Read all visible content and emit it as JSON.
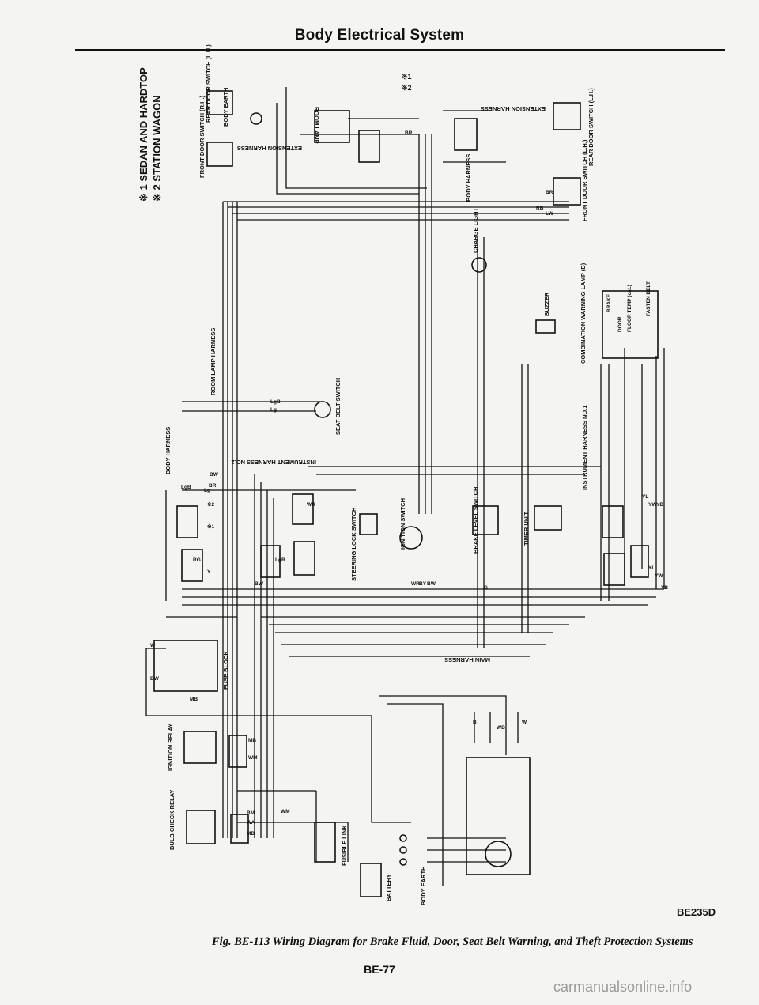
{
  "page": {
    "header": "Body Electrical System",
    "figure_code": "BE235D",
    "caption": "Fig. BE-113 Wiring Diagram for Brake Fluid, Door, Seat Belt Warning, and Theft Protection Systems",
    "page_number": "BE-77",
    "watermark": "carmanualsonline.info"
  },
  "legend": {
    "line1": "※ 1 SEDAN AND HARDTOP",
    "line2": "※ 2 STATION WAGON"
  },
  "labels": {
    "front_door_switch_rh": "FRONT DOOR SWITCH (R.H.)",
    "rear_door_switch_lh": "REAR DOOR SWITCH (L.H.)",
    "body_earth": "BODY EARTH",
    "room_lamp": "ROOM LAMP",
    "extension_harness": "EXTENSION HARNESS",
    "body_harness": "BODY HARNESS",
    "front_door_switch_lh": "FRONT DOOR SWITCH (L.H.)",
    "rear_door_switch_lh_2": "REAR DOOR SWITCH (L.H.)",
    "charge_light": "CHARGE LIGHT",
    "buzzer": "BUZZER",
    "combination_warning_lamp": "COMBINATION WARNING LAMP (B)",
    "brake": "BRAKE",
    "door": "DOOR",
    "floor_temp": "FLOOR TEMP (cat.)",
    "fasten_belt": "FASTEN BELT",
    "room_lamp_harness": "ROOM LAMP HARNESS",
    "seat_belt_switch": "SEAT BELT SWITCH",
    "body_harness_left": "BODY HARNESS",
    "instrument_harness_no2": "INSTRUMENT HARNESS NO.2",
    "instrument_harness_no1": "INSTRUMENT HARNESS NO.1",
    "steering_lock_switch": "STEERING LOCK SWITCH",
    "ignition_switch": "IGNITION SWITCH",
    "brake_level_switch": "BRAKE LEVEL SWITCH",
    "timer_unit": "TIMER UNIT",
    "main_harness": "MAIN HARNESS",
    "fuse_block": "FUSE BLOCK",
    "ignition_relay": "IGNITION RELAY",
    "bulb_check_relay": "BULB CHECK RELAY",
    "fusible_link": "FUSIBLE LINK",
    "battery": "BATTERY",
    "body_earth_bottom": "BODY EARTH"
  },
  "wire_codes": {
    "lgb": "LgB",
    "lg": "Lg",
    "bw": "BW",
    "br": "BR",
    "b": "B",
    "rg": "RG",
    "y": "Y",
    "wb": "WB",
    "w": "W",
    "g": "G",
    "yl": "YL",
    "yw": "YW",
    "yb": "YB",
    "wr": "WR",
    "by": "BY",
    "mb": "MB",
    "wm": "WM",
    "bm": "BM",
    "wa": "WA",
    "lgr": "LgR",
    "rb": "RB",
    "lw": "LW",
    "mark1": "※1",
    "mark2": "※2"
  }
}
